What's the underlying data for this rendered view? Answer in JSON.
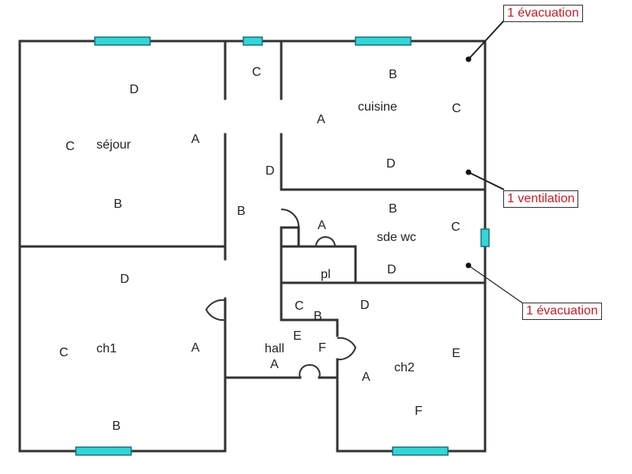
{
  "rooms": {
    "sejour": "séjour",
    "cuisine": "cuisine",
    "sdewc": "sde wc",
    "pl": "pl",
    "hall": "hall",
    "ch1": "ch1",
    "ch2": "ch2"
  },
  "wall_letters": {
    "sejour_d": "D",
    "sejour_c": "C",
    "sejour_a": "A",
    "sejour_b": "B",
    "corridor_c": "C",
    "corridor_b": "B",
    "cuisine_b": "B",
    "cuisine_a": "A",
    "cuisine_c": "C",
    "cuisine_d1": "D",
    "cuisine_d2": "D",
    "sde_b": "B",
    "sde_a": "A",
    "sde_c": "C",
    "sde_d": "D",
    "ch1_d": "D",
    "ch1_c": "C",
    "ch1_a": "A",
    "ch1_b": "B",
    "hall_c": "C",
    "hall_b": "B",
    "hall_e": "E",
    "hall_f": "F",
    "hall_a": "A",
    "ch2_d": "D",
    "ch2_e": "E",
    "ch2_a": "A",
    "ch2_f": "F"
  },
  "callouts": {
    "evac_top": "1 évacuation",
    "ventilation": "1 ventilation",
    "evac_bottom": "1 évacuation"
  },
  "colors": {
    "window": "#33d6d6",
    "wall": "#333333",
    "callout_text": "#c0202a"
  }
}
